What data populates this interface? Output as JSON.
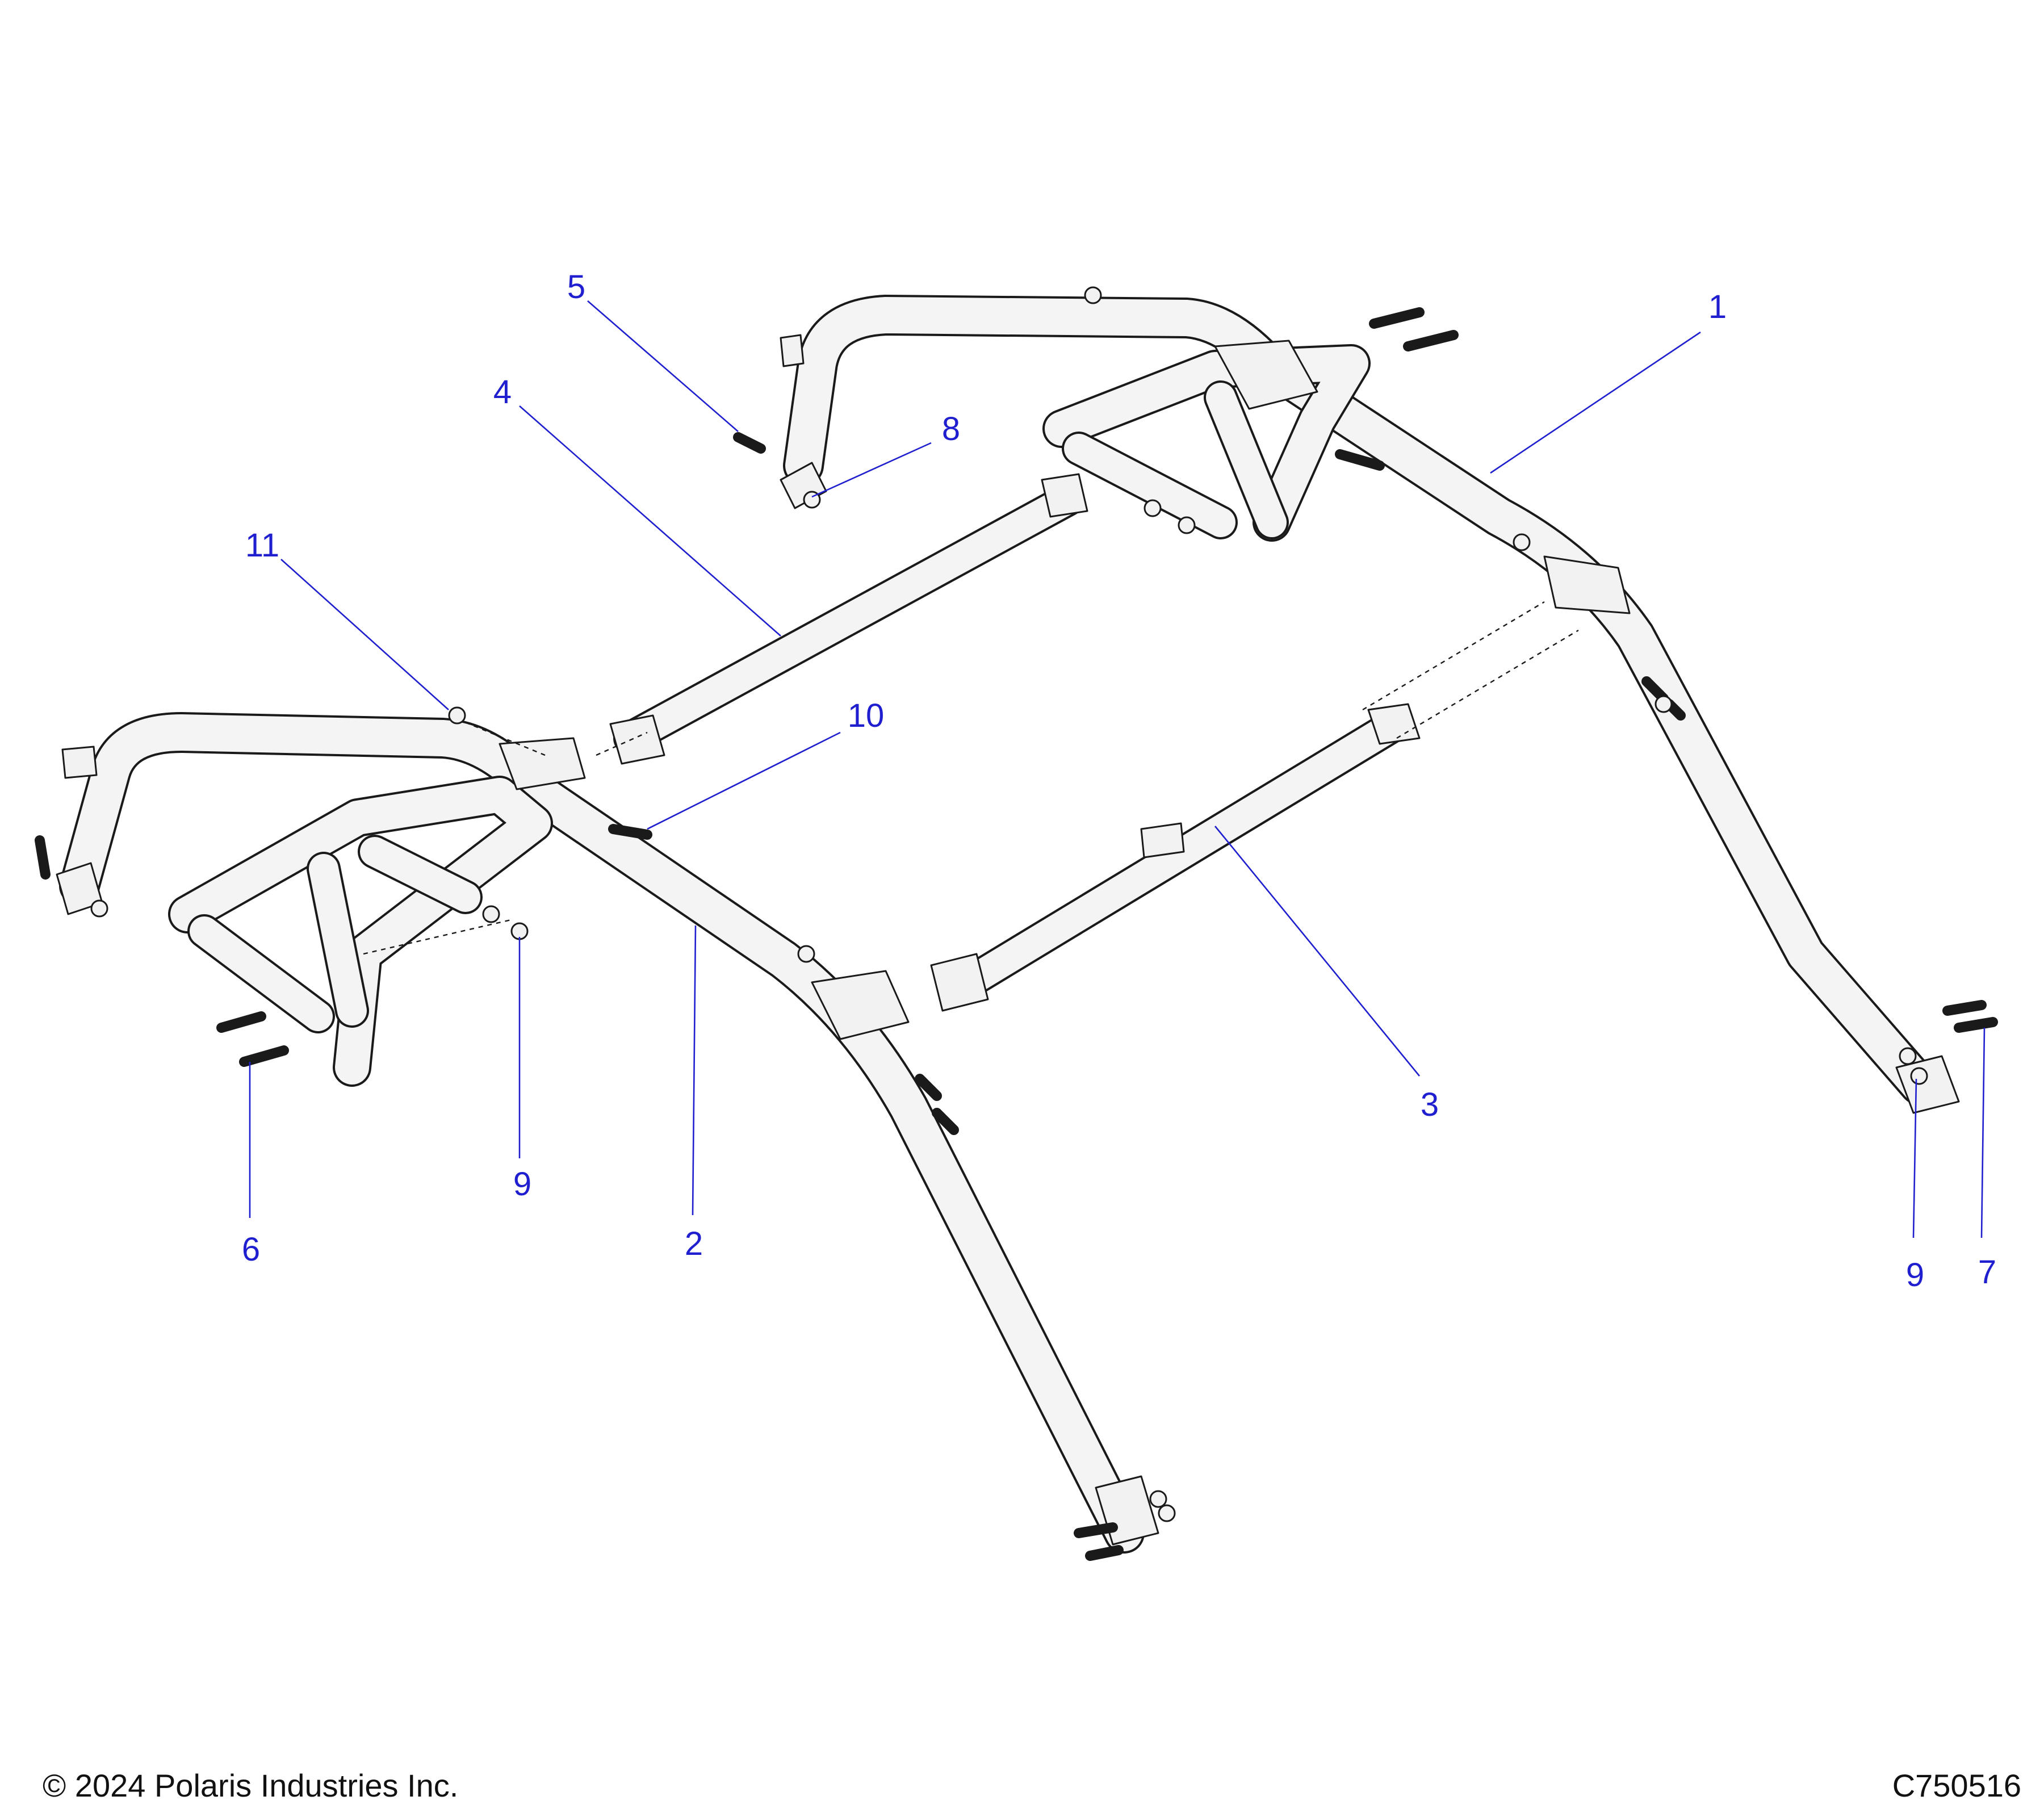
{
  "callouts": [
    {
      "label": "1"
    },
    {
      "label": "2"
    },
    {
      "label": "3"
    },
    {
      "label": "4"
    },
    {
      "label": "5"
    },
    {
      "label": "6"
    },
    {
      "label": "7"
    },
    {
      "label": "8"
    },
    {
      "label": "9"
    },
    {
      "label": "9"
    },
    {
      "label": "10"
    },
    {
      "label": "11"
    }
  ],
  "footer": {
    "copyright": "© 2024 Polaris Industries Inc.",
    "diagram_id": "C750516"
  },
  "colors": {
    "callout": "#1f1fd0",
    "linework": "#1a1a1a",
    "part_fill": "#f2f2f2"
  }
}
